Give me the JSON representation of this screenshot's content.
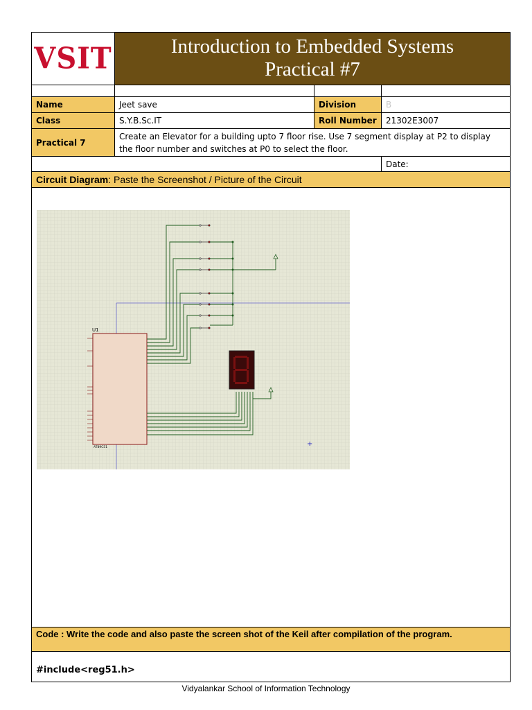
{
  "header": {
    "logo_text": "VSIT",
    "title_line1": "Introduction to Embedded Systems",
    "title_line2": "Practical #7"
  },
  "info": {
    "name_label": "Name",
    "name_value": "Jeet save",
    "division_label": "Division",
    "division_value": "B",
    "class_label": "Class",
    "class_value": "S.Y.B.Sc.IT",
    "roll_label": "Roll Number",
    "roll_value": "21302E3007",
    "practical_label": "Practical 7",
    "practical_text": "Create an Elevator for a building upto 7 floor rise. Use 7 segment display at P2 to display the floor number and switches at P0 to select the floor.",
    "date_label": "Date:"
  },
  "circuit": {
    "heading_bold": "Circuit Diagram",
    "heading_rest": ": Paste the Screenshot / Picture of the Circuit",
    "chip_ref": "U1",
    "chip_name": "AT89C51"
  },
  "code": {
    "heading": "Code : Write the code and also paste the screen shot of the Keil after compilation of the program.",
    "first_line": "#include<reg51.h>"
  },
  "footer": "Vidyalankar School of Information Technology",
  "colors": {
    "title_bg": "#6b4e14",
    "label_bg": "#f2c864",
    "logo": "#c8102e"
  }
}
